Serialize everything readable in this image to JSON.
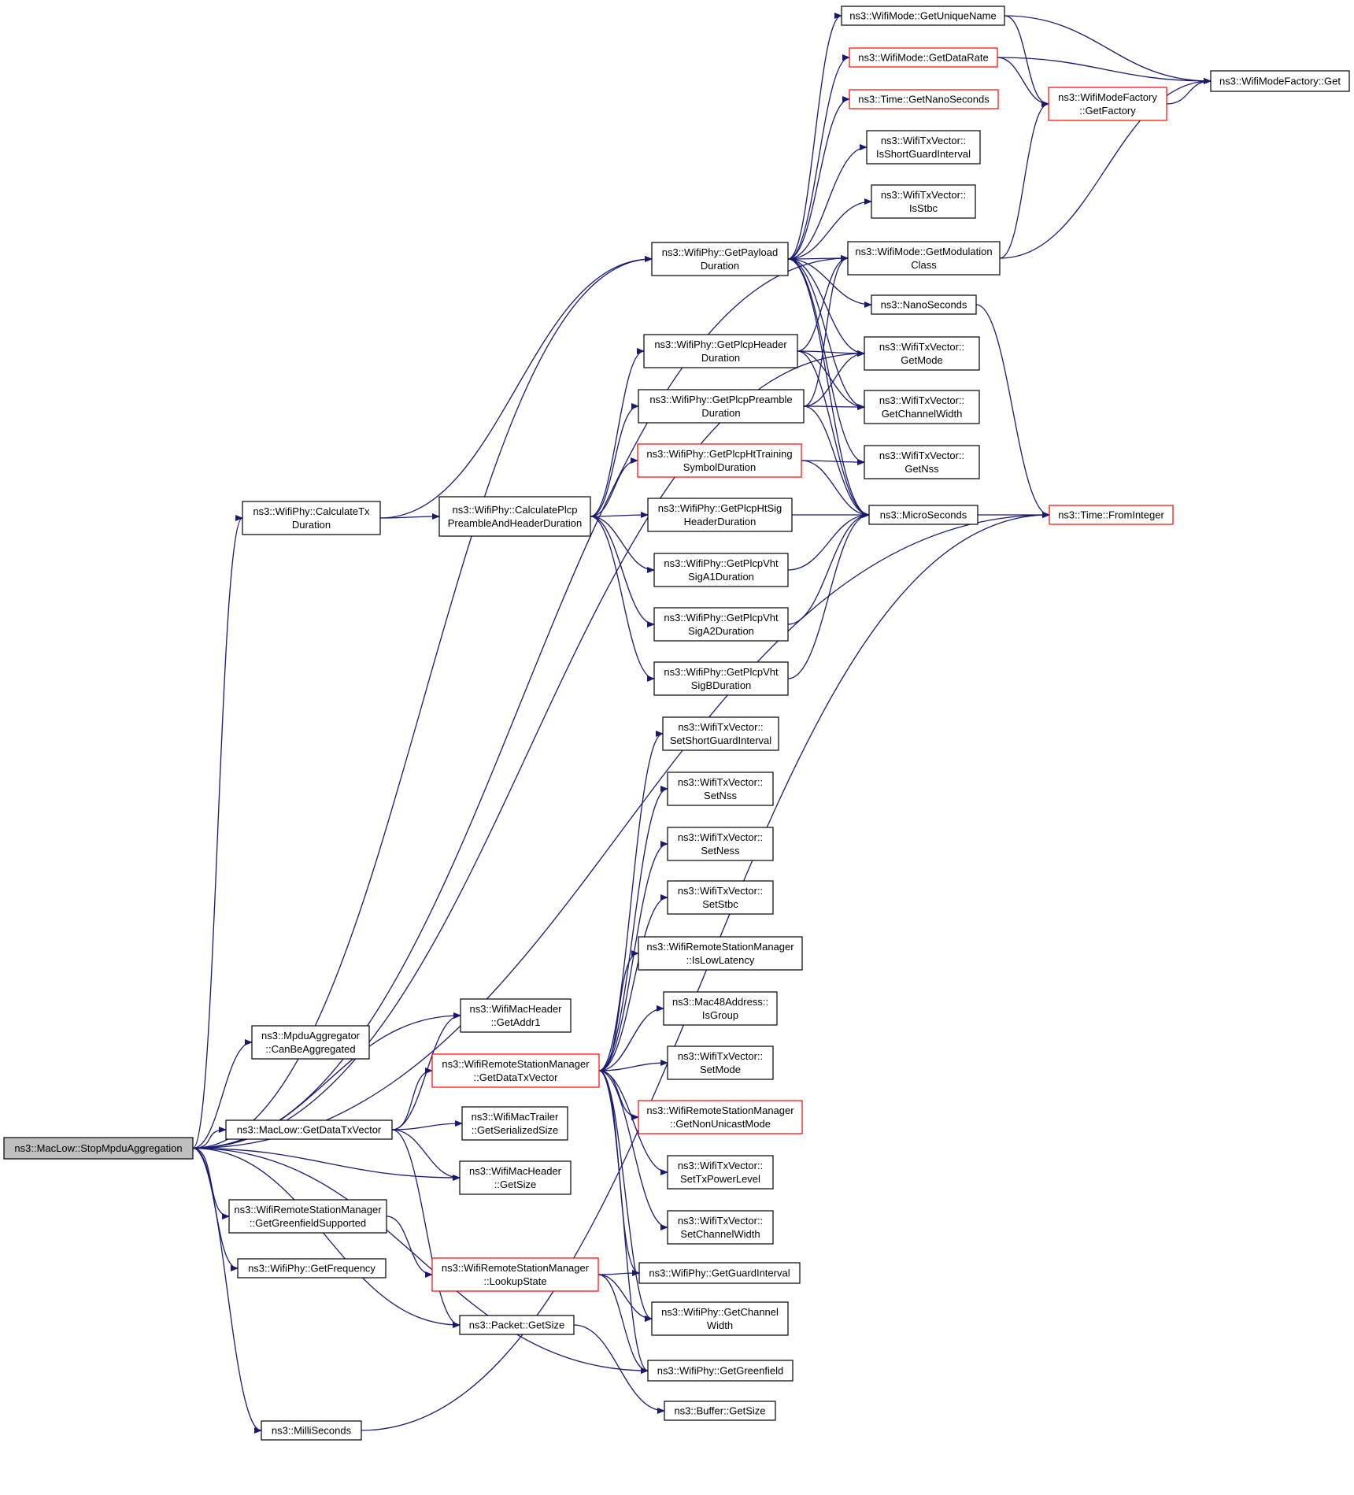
{
  "colors": {
    "edge": "#191970",
    "border_default": "#000000",
    "border_red": "#ff0000",
    "root_fill": "#bfbfbf"
  },
  "nodes": [
    {
      "id": "n0",
      "lines": [
        "ns3::MacLow::StopMpduAggregation"
      ],
      "style": "root"
    },
    {
      "id": "n1",
      "lines": [
        "ns3::WifiPhy::CalculateTx",
        "Duration"
      ],
      "style": "default"
    },
    {
      "id": "n2",
      "lines": [
        "ns3::WifiPhy::CalculatePlcp",
        "PreambleAndHeaderDuration"
      ],
      "style": "default"
    },
    {
      "id": "n3",
      "lines": [
        "ns3::WifiPhy::GetPayload",
        "Duration"
      ],
      "style": "default"
    },
    {
      "id": "n4",
      "lines": [
        "ns3::WifiPhy::GetPlcpHeader",
        "Duration"
      ],
      "style": "default"
    },
    {
      "id": "n5",
      "lines": [
        "ns3::WifiPhy::GetPlcpPreamble",
        "Duration"
      ],
      "style": "default"
    },
    {
      "id": "n6",
      "lines": [
        "ns3::WifiPhy::GetPlcpHtTraining",
        "SymbolDuration"
      ],
      "style": "red"
    },
    {
      "id": "n7",
      "lines": [
        "ns3::WifiPhy::GetPlcpHtSig",
        "HeaderDuration"
      ],
      "style": "default"
    },
    {
      "id": "n8",
      "lines": [
        "ns3::WifiPhy::GetPlcpVht",
        "SigA1Duration"
      ],
      "style": "default"
    },
    {
      "id": "n9",
      "lines": [
        "ns3::WifiPhy::GetPlcpVht",
        "SigA2Duration"
      ],
      "style": "default"
    },
    {
      "id": "n10",
      "lines": [
        "ns3::WifiPhy::GetPlcpVht",
        "SigBDuration"
      ],
      "style": "default"
    },
    {
      "id": "n11",
      "lines": [
        "ns3::WifiMode::GetUniqueName"
      ],
      "style": "default"
    },
    {
      "id": "n12",
      "lines": [
        "ns3::WifiMode::GetDataRate"
      ],
      "style": "red"
    },
    {
      "id": "n13",
      "lines": [
        "ns3::Time::GetNanoSeconds"
      ],
      "style": "red"
    },
    {
      "id": "n14",
      "lines": [
        "ns3::WifiTxVector::",
        "IsShortGuardInterval"
      ],
      "style": "default"
    },
    {
      "id": "n15",
      "lines": [
        "ns3::WifiTxVector::",
        "IsStbc"
      ],
      "style": "default"
    },
    {
      "id": "n16",
      "lines": [
        "ns3::WifiMode::GetModulation",
        "Class"
      ],
      "style": "default"
    },
    {
      "id": "n17",
      "lines": [
        "ns3::NanoSeconds"
      ],
      "style": "default"
    },
    {
      "id": "n18",
      "lines": [
        "ns3::WifiTxVector::",
        "GetMode"
      ],
      "style": "default"
    },
    {
      "id": "n19",
      "lines": [
        "ns3::WifiTxVector::",
        "GetChannelWidth"
      ],
      "style": "default"
    },
    {
      "id": "n20",
      "lines": [
        "ns3::WifiTxVector::",
        "GetNss"
      ],
      "style": "default"
    },
    {
      "id": "n21",
      "lines": [
        "ns3::MicroSeconds"
      ],
      "style": "default"
    },
    {
      "id": "n22",
      "lines": [
        "ns3::WifiModeFactory",
        "::GetFactory"
      ],
      "style": "red"
    },
    {
      "id": "n23",
      "lines": [
        "ns3::WifiModeFactory::Get"
      ],
      "style": "default"
    },
    {
      "id": "n24",
      "lines": [
        "ns3::Time::FromInteger"
      ],
      "style": "red"
    },
    {
      "id": "n25",
      "lines": [
        "ns3::MpduAggregator",
        "::CanBeAggregated"
      ],
      "style": "default"
    },
    {
      "id": "n26",
      "lines": [
        "ns3::WifiMacHeader",
        "::GetAddr1"
      ],
      "style": "default"
    },
    {
      "id": "n27",
      "lines": [
        "ns3::WifiRemoteStationManager",
        "::GetDataTxVector"
      ],
      "style": "red"
    },
    {
      "id": "n28",
      "lines": [
        "ns3::MacLow::GetDataTxVector"
      ],
      "style": "default"
    },
    {
      "id": "n29",
      "lines": [
        "ns3::WifiMacTrailer",
        "::GetSerializedSize"
      ],
      "style": "default"
    },
    {
      "id": "n30",
      "lines": [
        "ns3::WifiMacHeader",
        "::GetSize"
      ],
      "style": "default"
    },
    {
      "id": "n31",
      "lines": [
        "ns3::WifiRemoteStationManager",
        "::GetGreenfieldSupported"
      ],
      "style": "default"
    },
    {
      "id": "n32",
      "lines": [
        "ns3::WifiPhy::GetFrequency"
      ],
      "style": "default"
    },
    {
      "id": "n33",
      "lines": [
        "ns3::WifiRemoteStationManager",
        "::LookupState"
      ],
      "style": "red"
    },
    {
      "id": "n34",
      "lines": [
        "ns3::Packet::GetSize"
      ],
      "style": "default"
    },
    {
      "id": "n35",
      "lines": [
        "ns3::MilliSeconds"
      ],
      "style": "default"
    },
    {
      "id": "n36",
      "lines": [
        "ns3::WifiTxVector::",
        "SetShortGuardInterval"
      ],
      "style": "default"
    },
    {
      "id": "n37",
      "lines": [
        "ns3::WifiTxVector::",
        "SetNss"
      ],
      "style": "default"
    },
    {
      "id": "n38",
      "lines": [
        "ns3::WifiTxVector::",
        "SetNess"
      ],
      "style": "default"
    },
    {
      "id": "n39",
      "lines": [
        "ns3::WifiTxVector::",
        "SetStbc"
      ],
      "style": "default"
    },
    {
      "id": "n40",
      "lines": [
        "ns3::WifiRemoteStationManager",
        "::IsLowLatency"
      ],
      "style": "default"
    },
    {
      "id": "n41",
      "lines": [
        "ns3::Mac48Address::",
        "IsGroup"
      ],
      "style": "default"
    },
    {
      "id": "n42",
      "lines": [
        "ns3::WifiTxVector::",
        "SetMode"
      ],
      "style": "default"
    },
    {
      "id": "n43",
      "lines": [
        "ns3::WifiRemoteStationManager",
        "::GetNonUnicastMode"
      ],
      "style": "red"
    },
    {
      "id": "n44",
      "lines": [
        "ns3::WifiTxVector::",
        "SetTxPowerLevel"
      ],
      "style": "default"
    },
    {
      "id": "n45",
      "lines": [
        "ns3::WifiTxVector::",
        "SetChannelWidth"
      ],
      "style": "default"
    },
    {
      "id": "n46",
      "lines": [
        "ns3::WifiPhy::GetGuardInterval"
      ],
      "style": "default"
    },
    {
      "id": "n47",
      "lines": [
        "ns3::WifiPhy::GetChannel",
        "Width"
      ],
      "style": "default"
    },
    {
      "id": "n48",
      "lines": [
        "ns3::WifiPhy::GetGreenfield"
      ],
      "style": "default"
    },
    {
      "id": "n49",
      "lines": [
        "ns3::Buffer::GetSize"
      ],
      "style": "default"
    }
  ],
  "edges": [
    [
      "n0",
      "n1"
    ],
    [
      "n0",
      "n3"
    ],
    [
      "n0",
      "n16"
    ],
    [
      "n0",
      "n18"
    ],
    [
      "n0",
      "n24"
    ],
    [
      "n0",
      "n25"
    ],
    [
      "n0",
      "n26"
    ],
    [
      "n0",
      "n28"
    ],
    [
      "n0",
      "n30"
    ],
    [
      "n0",
      "n31"
    ],
    [
      "n0",
      "n32"
    ],
    [
      "n0",
      "n34"
    ],
    [
      "n0",
      "n35"
    ],
    [
      "n0",
      "n48"
    ],
    [
      "n1",
      "n2"
    ],
    [
      "n1",
      "n3"
    ],
    [
      "n2",
      "n4"
    ],
    [
      "n2",
      "n5"
    ],
    [
      "n2",
      "n6"
    ],
    [
      "n2",
      "n7"
    ],
    [
      "n2",
      "n8"
    ],
    [
      "n2",
      "n9"
    ],
    [
      "n2",
      "n10"
    ],
    [
      "n3",
      "n11"
    ],
    [
      "n3",
      "n12"
    ],
    [
      "n3",
      "n13"
    ],
    [
      "n3",
      "n14"
    ],
    [
      "n3",
      "n15"
    ],
    [
      "n3",
      "n16"
    ],
    [
      "n3",
      "n17"
    ],
    [
      "n3",
      "n18"
    ],
    [
      "n3",
      "n19"
    ],
    [
      "n3",
      "n20"
    ],
    [
      "n3",
      "n21"
    ],
    [
      "n4",
      "n18"
    ],
    [
      "n4",
      "n19"
    ],
    [
      "n4",
      "n16"
    ],
    [
      "n4",
      "n21"
    ],
    [
      "n5",
      "n18"
    ],
    [
      "n5",
      "n19"
    ],
    [
      "n5",
      "n16"
    ],
    [
      "n5",
      "n21"
    ],
    [
      "n6",
      "n20"
    ],
    [
      "n6",
      "n21"
    ],
    [
      "n7",
      "n21"
    ],
    [
      "n8",
      "n21"
    ],
    [
      "n9",
      "n21"
    ],
    [
      "n10",
      "n21"
    ],
    [
      "n11",
      "n22"
    ],
    [
      "n11",
      "n23"
    ],
    [
      "n12",
      "n22"
    ],
    [
      "n12",
      "n23"
    ],
    [
      "n16",
      "n22"
    ],
    [
      "n16",
      "n23"
    ],
    [
      "n22",
      "n23"
    ],
    [
      "n17",
      "n24"
    ],
    [
      "n21",
      "n24"
    ],
    [
      "n35",
      "n24"
    ],
    [
      "n28",
      "n26"
    ],
    [
      "n28",
      "n27"
    ],
    [
      "n28",
      "n29"
    ],
    [
      "n28",
      "n30"
    ],
    [
      "n28",
      "n34"
    ],
    [
      "n27",
      "n36"
    ],
    [
      "n27",
      "n37"
    ],
    [
      "n27",
      "n38"
    ],
    [
      "n27",
      "n39"
    ],
    [
      "n27",
      "n40"
    ],
    [
      "n27",
      "n41"
    ],
    [
      "n27",
      "n42"
    ],
    [
      "n27",
      "n43"
    ],
    [
      "n27",
      "n44"
    ],
    [
      "n27",
      "n45"
    ],
    [
      "n27",
      "n46"
    ],
    [
      "n27",
      "n47"
    ],
    [
      "n27",
      "n48"
    ],
    [
      "n31",
      "n33"
    ],
    [
      "n33",
      "n46"
    ],
    [
      "n33",
      "n47"
    ],
    [
      "n33",
      "n48"
    ],
    [
      "n34",
      "n49"
    ]
  ]
}
